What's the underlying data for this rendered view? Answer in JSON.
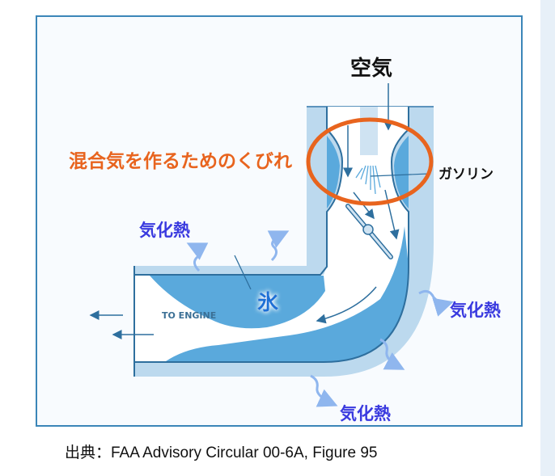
{
  "labels": {
    "air": "空気",
    "venturi": "混合気を作るためのくびれ",
    "gasoline": "ガソリン",
    "heat_of_vaporization": "気化熱",
    "ice": "氷",
    "to_engine": "TO ENGINE"
  },
  "caption": "出典：FAA Advisory Circular 00-6A, Figure 95",
  "colors": {
    "frame": "#3b86b8",
    "body_light": "#bcd9ee",
    "ice": "#5aa9dc",
    "wall_line": "#2e6f9e",
    "highlight_circle": "#e8641e",
    "heat_text": "#3a3adf",
    "heat_arrow": "#8fb6ee"
  }
}
